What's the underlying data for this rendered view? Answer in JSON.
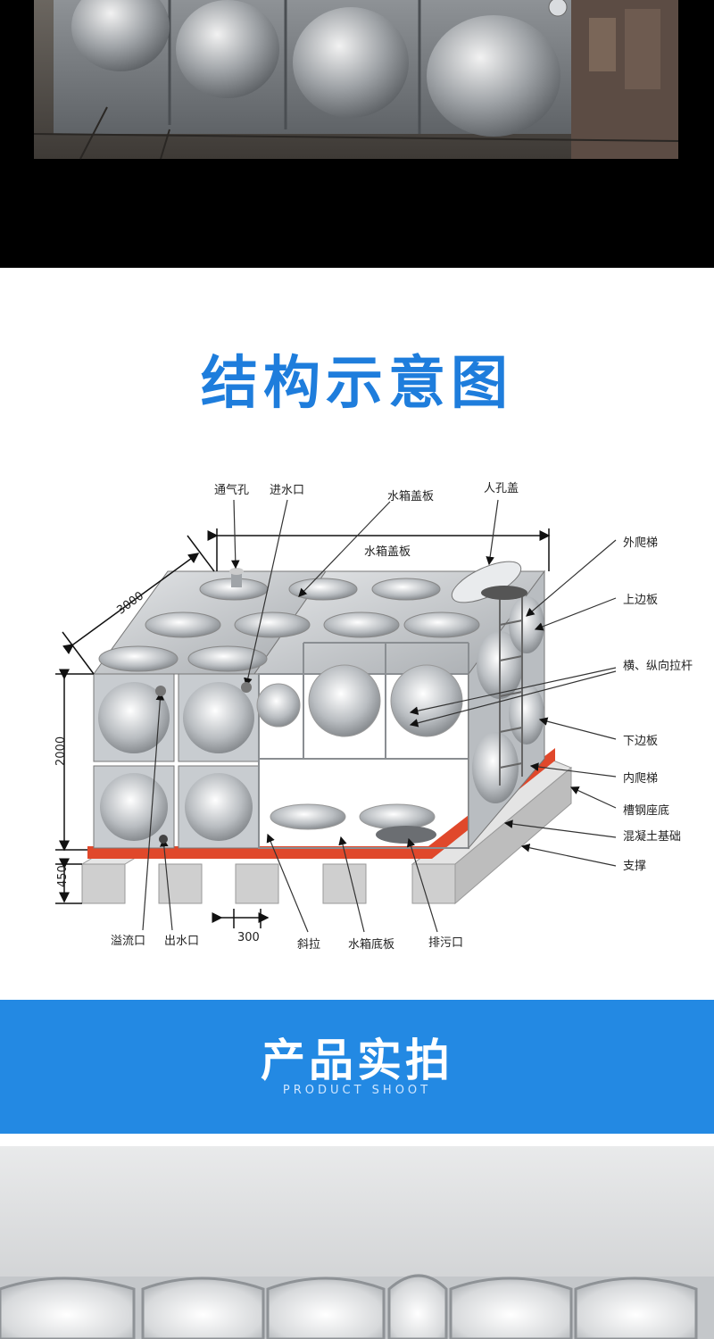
{
  "colors": {
    "accent": "#1E7DDC",
    "banner": "#2389E3",
    "base_red": "#E0482B",
    "steel": "#BFC3C7"
  },
  "structure": {
    "title": "结构示意图"
  },
  "diagram": {
    "labels": {
      "vent_hole": "通气孔",
      "inlet": "进水口",
      "cover_plate_top": "水箱盖板",
      "manhole_cover": "人孔盖",
      "cover_plate": "水箱盖板",
      "outer_ladder": "外爬梯",
      "upper_edge_plate": "上边板",
      "tie_rods": "横、纵向拉杆",
      "lower_edge_plate": "下边板",
      "inner_ladder": "内爬梯",
      "channel_base": "槽钢座底",
      "concrete_foundation": "混凝土基础",
      "support": "支撑",
      "overflow": "溢流口",
      "outlet": "出水口",
      "diagonal_brace": "斜拉",
      "bottom_plate": "水箱底板",
      "drain": "排污口"
    },
    "dimensions": {
      "width": "3000",
      "height": "2000",
      "foundation_height": "450",
      "gap": "300"
    }
  },
  "banner": {
    "title": "产品实拍",
    "subtitle": "PRODUCT SHOOT"
  }
}
